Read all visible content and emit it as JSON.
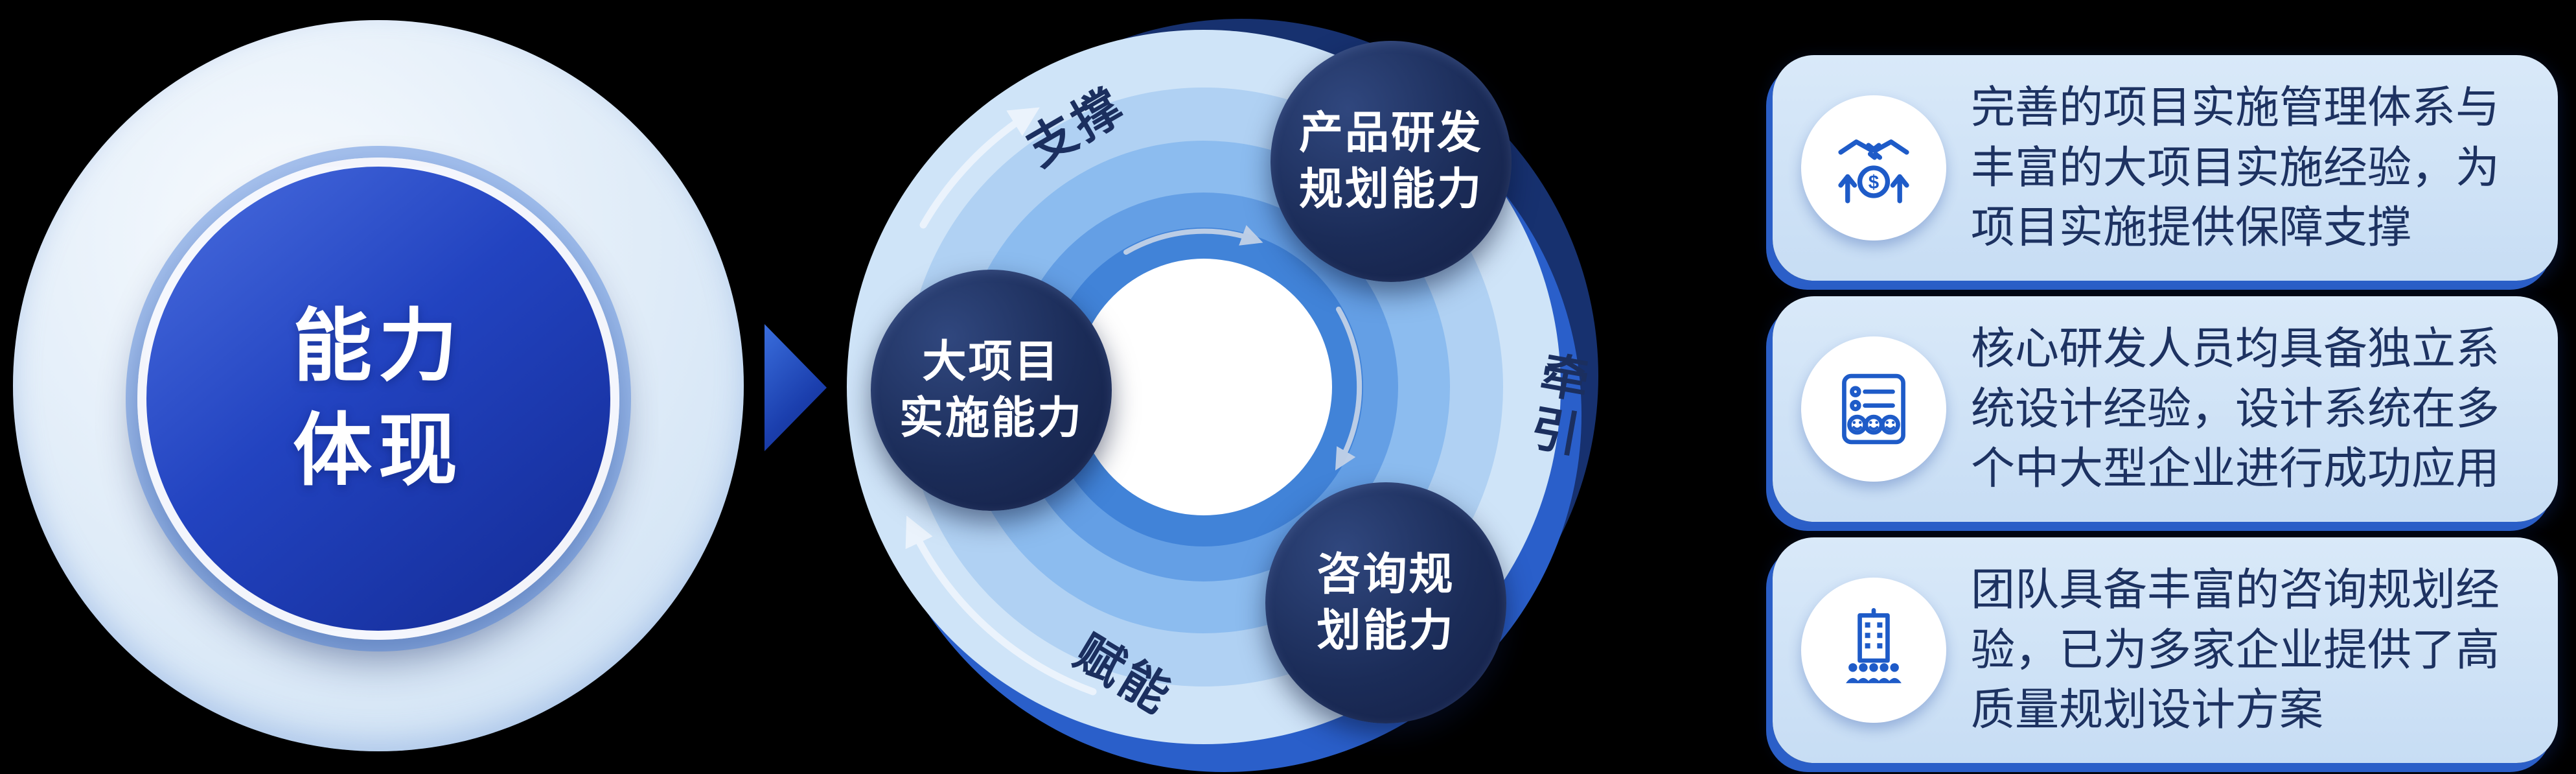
{
  "left_badge": {
    "title": "能力\n体现"
  },
  "cycle": {
    "nodes": [
      {
        "id": "product-rd-planning",
        "label": "产品研发\n规划能力"
      },
      {
        "id": "large-project-implementation",
        "label": "大项目\n实施能力"
      },
      {
        "id": "consulting-planning",
        "label": "咨询规\n划能力"
      }
    ],
    "edge_labels": [
      {
        "id": "support",
        "text": "支撑"
      },
      {
        "id": "pull",
        "text": "牵引"
      },
      {
        "id": "empower",
        "text": "赋能"
      }
    ]
  },
  "cards": [
    {
      "icon": "investment-handshake-icon",
      "text": "完善的项目实施管理体系与丰富的大项目实施经验，为项目实施提供保障支撑"
    },
    {
      "icon": "checklist-smiley-icon",
      "text": "核心研发人员均具备独立系统设计经验，设计系统在多个中大型企业进行成功应用"
    },
    {
      "icon": "team-building-icon",
      "text": "团队具备丰富的咨询规划经验，已为多家企业提供了高质量规划设计方案"
    }
  ],
  "colors": {
    "background": "#000000",
    "badge_gradient_start": "#4a6ee0",
    "badge_gradient_end": "#132a93",
    "node_navy": "#1b2c58",
    "ring_light": "#cfe4f8",
    "ring_dark": "#4183d8",
    "card_bg": "#cfe3f6",
    "card_text": "#1d3261",
    "accent_blue": "#2b5fc8",
    "icon_blue": "#1e5bc8"
  }
}
